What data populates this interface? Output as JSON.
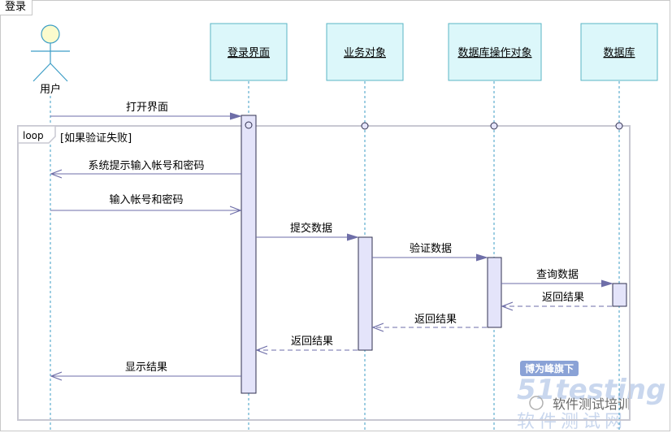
{
  "diagram": {
    "title": "登录",
    "actor": {
      "name": "用户"
    },
    "objects": [
      {
        "id": "login-ui",
        "name": "登录界面"
      },
      {
        "id": "business",
        "name": "业务对象"
      },
      {
        "id": "db-op",
        "name": "数据库操作对象"
      },
      {
        "id": "db",
        "name": "数据库"
      }
    ],
    "fragment": {
      "operator": "loop",
      "guard": "[如果验证失败]"
    },
    "messages": [
      {
        "id": "open-ui",
        "label": "打开界面",
        "kind": "sync"
      },
      {
        "id": "prompt",
        "label": "系统提示输入帐号和密码",
        "kind": "async"
      },
      {
        "id": "input",
        "label": "输入帐号和密码",
        "kind": "async"
      },
      {
        "id": "submit",
        "label": "提交数据",
        "kind": "sync"
      },
      {
        "id": "verify",
        "label": "验证数据",
        "kind": "sync"
      },
      {
        "id": "query",
        "label": "查询数据",
        "kind": "sync"
      },
      {
        "id": "return-db",
        "label": "返回结果",
        "kind": "return"
      },
      {
        "id": "return-op",
        "label": "返回结果",
        "kind": "return"
      },
      {
        "id": "return-biz",
        "label": "返回结果",
        "kind": "return"
      },
      {
        "id": "show",
        "label": "显示结果",
        "kind": "async"
      }
    ]
  },
  "watermark": {
    "badge": "博为峰旗下",
    "brand": "51testing",
    "wechat": "软件测试培训",
    "site": "软件测试网"
  },
  "colors": {
    "box_fill": "#dcf7fa",
    "box_stroke": "#5ab4c4",
    "lifeline": "#3e9ec6",
    "activation_fill": "#e4e4fa",
    "activation_stroke": "#303050",
    "message": "#6e6ea8",
    "fragment": "#c8c8d2",
    "actor_head": "#fbfbcd"
  }
}
